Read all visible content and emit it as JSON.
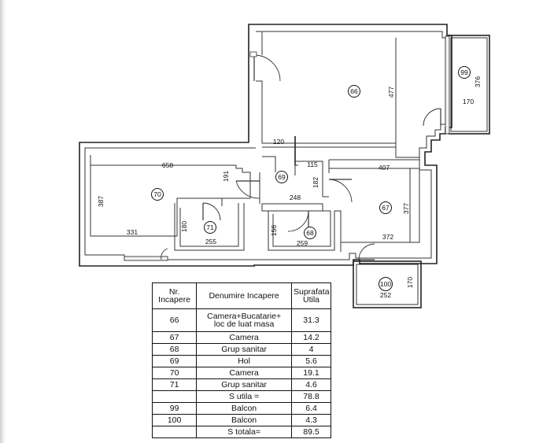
{
  "plan": {
    "dimensions": {
      "d658": "658",
      "d387": "387",
      "d331": "331",
      "d191": "191",
      "d180": "180",
      "d255": "255",
      "d120": "120",
      "d115": "115",
      "d182": "182",
      "d248": "248",
      "d156": "156",
      "d259": "259",
      "d477": "477",
      "d407": "407",
      "d377": "377",
      "d372": "372",
      "d376": "376",
      "d170a": "170",
      "d170b": "170",
      "d252": "252"
    },
    "rooms": {
      "r66": "66",
      "r67": "67",
      "r68": "68",
      "r69": "69",
      "r70": "70",
      "r71": "71",
      "r99": "99",
      "r100": "100"
    }
  },
  "table": {
    "headers": {
      "nr_line1": "Nr.",
      "nr_line2": "Incapere",
      "name": "Denumire Incapere",
      "area_line1": "Suprafata",
      "area_line2": "Utila"
    },
    "rows": [
      {
        "nr": "66",
        "name_line1": "Camera+Bucatarie+",
        "name_line2": "loc de luat masa",
        "area": "31.3"
      },
      {
        "nr": "67",
        "name": "Camera",
        "area": "14.2"
      },
      {
        "nr": "68",
        "name": "Grup sanitar",
        "area": "4"
      },
      {
        "nr": "69",
        "name": "Hol",
        "area": "5.6"
      },
      {
        "nr": "70",
        "name": "Camera",
        "area": "19.1"
      },
      {
        "nr": "71",
        "name": "Grup sanitar",
        "area": "4.6"
      },
      {
        "nr": "",
        "name": "S utila =",
        "area": "78.8"
      },
      {
        "nr": "99",
        "name": "Balcon",
        "area": "6.4"
      },
      {
        "nr": "100",
        "name": "Balcon",
        "area": "4.3"
      },
      {
        "nr": "",
        "name": "S totala=",
        "area": "89.5"
      }
    ]
  }
}
